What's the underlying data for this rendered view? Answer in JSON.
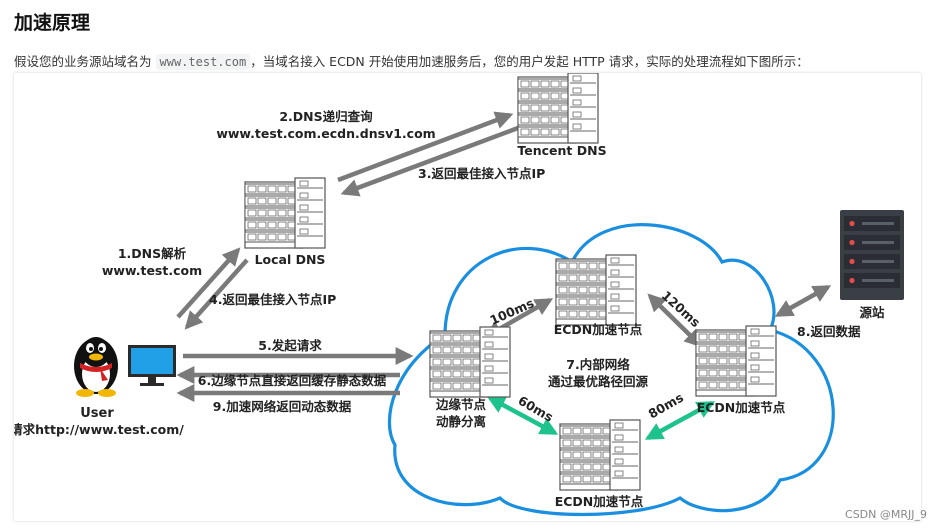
{
  "header": {
    "title": "加速原理",
    "intro_before": "假设您的业务源站域名为",
    "intro_domain": "www.test.com",
    "intro_after": "，当域名接入 ECDN 开始使用加速服务后，您的用户发起 HTTP 请求，实际的处理流程如下图所示："
  },
  "diagram": {
    "nodes": {
      "tencent_dns": "Tencent DNS",
      "local_dns": "Local DNS",
      "user_name": "User",
      "user_request": "请求http://www.test.com/",
      "edge_line1": "边缘节点",
      "edge_line2": "动静分离",
      "ecdn_top": "ECDN加速节点",
      "ecdn_right": "ECDN加速节点",
      "ecdn_bottom": "ECDN加速节点",
      "origin": "源站"
    },
    "steps": {
      "s1_line1": "1.DNS解析",
      "s1_line2": "www.test.com",
      "s2_line1": "2.DNS递归查询",
      "s2_line2": "www.test.com.ecdn.dnsv1.com",
      "s3": "3.返回最佳接入节点IP",
      "s4": "4.返回最佳接入节点IP",
      "s5": "5.发起请求",
      "s6": "6.边缘节点直接返回缓存静态数据",
      "s7_line1": "7.内部网络",
      "s7_line2": "通过最优路径回源",
      "s8": "8.返回数据",
      "s9": "9.加速网络返回动态数据"
    },
    "latencies": {
      "edge_to_top": "100ms",
      "top_to_right": "120ms",
      "edge_to_bottom": "60ms",
      "bottom_to_right": "80ms"
    },
    "colors": {
      "cloud": "#1a8fe0",
      "gray_arrow": "#7a7a7a",
      "green_arrow": "#1dc28c",
      "server_dark": "#3a3f46",
      "server_led": "#e54b4b"
    }
  },
  "footer": {
    "watermark": "CSDN @MRJJ_9"
  }
}
